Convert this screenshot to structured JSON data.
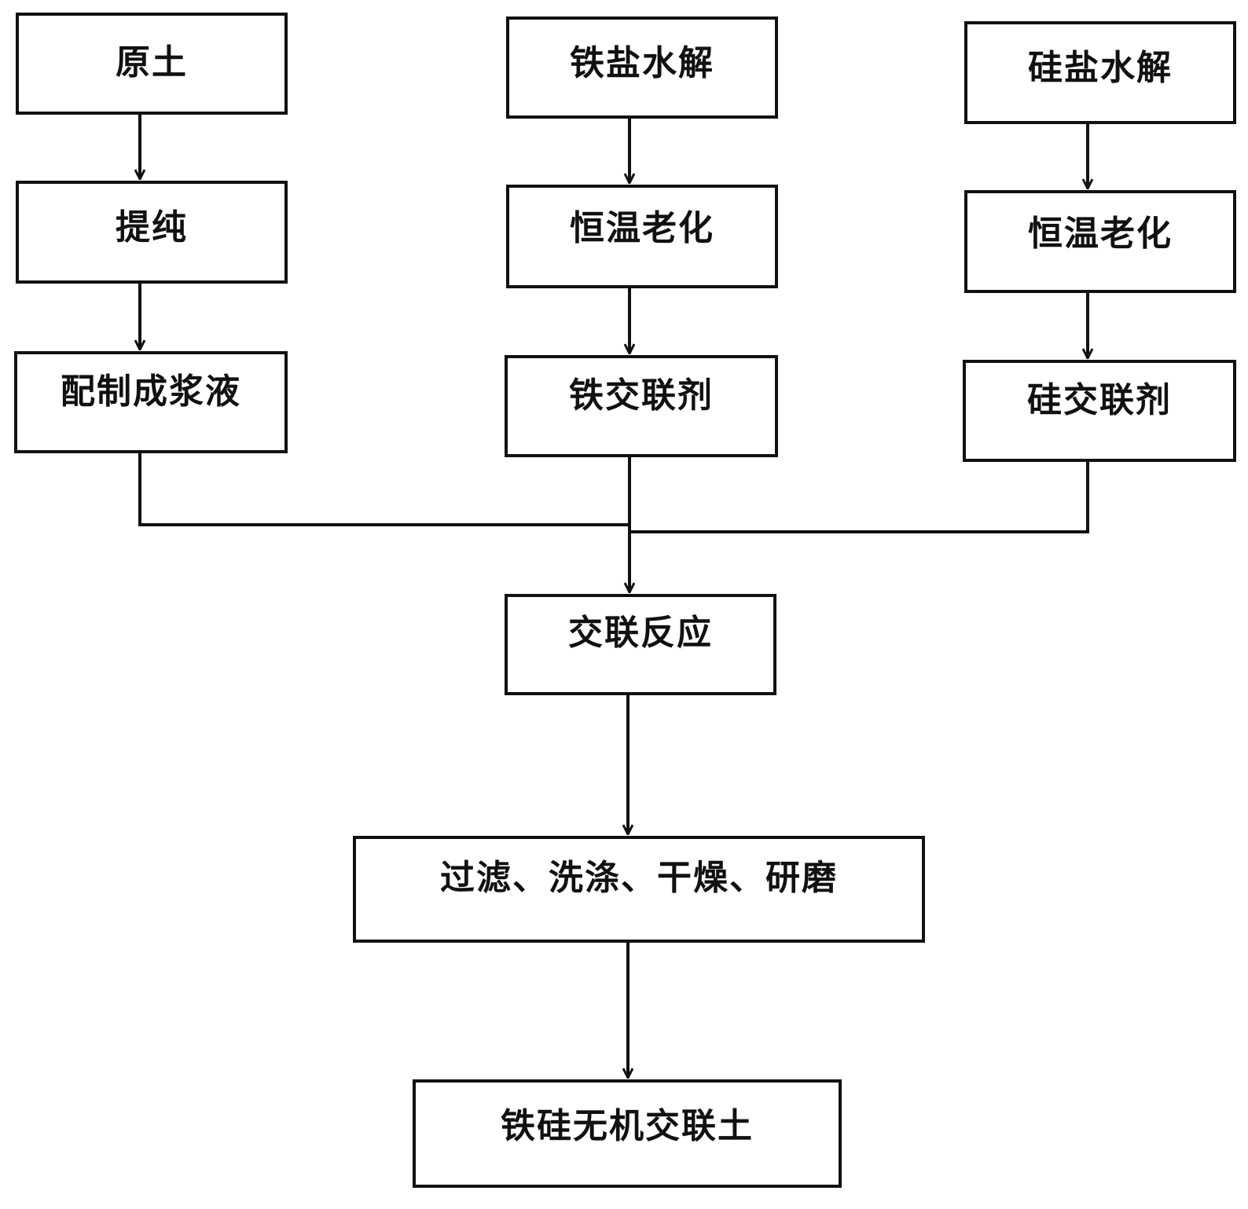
{
  "diagram": {
    "type": "flowchart",
    "nodes": {
      "raw_soil": "原土",
      "purify": "提纯",
      "slurry": "配制成浆液",
      "iron_hydrolysis": "铁盐水解",
      "iron_aging": "恒温老化",
      "iron_crosslinker": "铁交联剂",
      "silicon_hydrolysis": "硅盐水解",
      "silicon_aging": "恒温老化",
      "silicon_crosslinker": "硅交联剂",
      "crosslink_reaction": "交联反应",
      "post_process": "过滤、洗涤、干燥、研磨",
      "product": "铁硅无机交联土"
    },
    "edges": [
      [
        "raw_soil",
        "purify"
      ],
      [
        "purify",
        "slurry"
      ],
      [
        "iron_hydrolysis",
        "iron_aging"
      ],
      [
        "iron_aging",
        "iron_crosslinker"
      ],
      [
        "silicon_hydrolysis",
        "silicon_aging"
      ],
      [
        "silicon_aging",
        "silicon_crosslinker"
      ],
      [
        "slurry",
        "crosslink_reaction"
      ],
      [
        "iron_crosslinker",
        "crosslink_reaction"
      ],
      [
        "silicon_crosslinker",
        "crosslink_reaction"
      ],
      [
        "crosslink_reaction",
        "post_process"
      ],
      [
        "post_process",
        "product"
      ]
    ],
    "line_color": "#111111",
    "box_border_color": "#111111"
  }
}
